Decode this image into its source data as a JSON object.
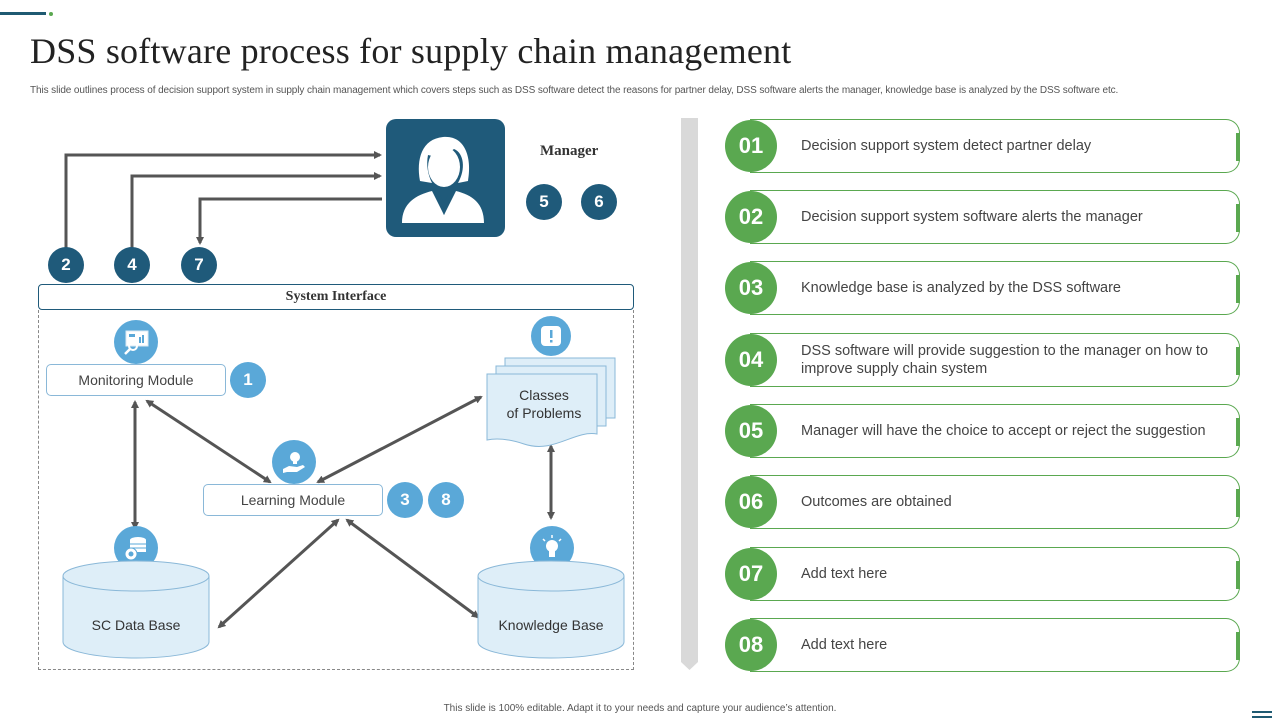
{
  "slide": {
    "title": "DSS software process for supply chain management",
    "subtitle": "This slide outlines process of decision support system in supply chain management  which covers steps such as DSS software detect the reasons for partner delay, DSS software alerts the manager,  knowledge base is analyzed by the DSS  software etc.",
    "footer": "This slide is 100% editable.  Adapt it to your needs and capture your audience’s attention."
  },
  "colors": {
    "dark_blue": "#1f5a7a",
    "light_blue": "#5aa8d8",
    "pale_blue": "#deeef8",
    "green": "#5aa850",
    "arrow_gray": "#555555"
  },
  "diagram": {
    "manager": {
      "label": "Manager",
      "icon": "manager-person-icon",
      "badges": [
        "5",
        "6"
      ]
    },
    "interface_badges": [
      "2",
      "4",
      "7"
    ],
    "system_interface": "System Interface",
    "monitoring_module": {
      "label": "Monitoring Module",
      "icon": "dashboard-magnifier-icon",
      "badges": [
        "1"
      ]
    },
    "learning_module": {
      "label": "Learning Module",
      "icon": "hand-bulb-icon",
      "badges": [
        "3",
        "8"
      ]
    },
    "classes_of_problems": {
      "line1": "Classes",
      "line2": "of Problems",
      "icon": "alert-exclamation-icon"
    },
    "sc_database": {
      "label": "SC Data Base",
      "icon": "database-gear-icon"
    },
    "knowledge_base": {
      "label": "Knowledge Base",
      "icon": "lightbulb-icon"
    }
  },
  "steps": [
    {
      "num": "01",
      "text": "Decision support system detect partner delay"
    },
    {
      "num": "02",
      "text": "Decision support system software alerts the manager"
    },
    {
      "num": "03",
      "text": "Knowledge base is analyzed by the DSS software"
    },
    {
      "num": "04",
      "text": "DSS software will provide suggestion to the manager on how to improve supply chain system"
    },
    {
      "num": "05",
      "text": "Manager will have the choice to accept or reject the suggestion"
    },
    {
      "num": "06",
      "text": "Outcomes are obtained"
    },
    {
      "num": "07",
      "text": "Add text here"
    },
    {
      "num": "08",
      "text": "Add text here"
    }
  ]
}
